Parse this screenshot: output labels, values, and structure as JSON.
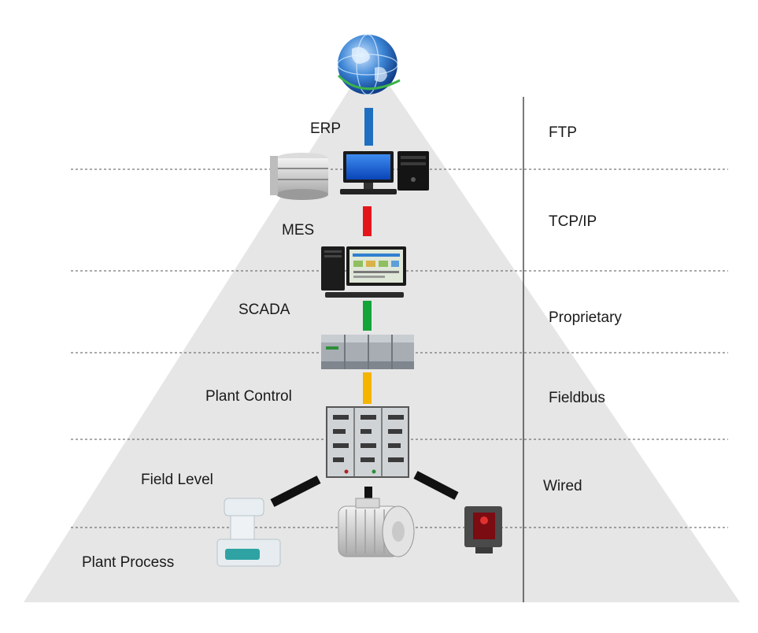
{
  "levels": [
    {
      "name": "ERP",
      "protocol": "FTP",
      "link_color": "#1f6fc0"
    },
    {
      "name": "MES",
      "protocol": "TCP/IP",
      "link_color": "#e3161c"
    },
    {
      "name": "SCADA",
      "protocol": "Proprietary",
      "link_color": "#14a43a"
    },
    {
      "name": "Plant Control",
      "protocol": "Fieldbus",
      "link_color": "#f5b400"
    },
    {
      "name": "Field Level",
      "protocol": "Wired",
      "link_color": "#111111"
    },
    {
      "name": "Plant Process",
      "protocol": "",
      "link_color": ""
    }
  ],
  "icons": {
    "top": "globe-icon",
    "erp": [
      "server-icon",
      "desktop-monitor-icon",
      "tower-pc-icon"
    ],
    "mes": "scada-workstation-icon",
    "scada": "plc-module-icon",
    "plant_control": "control-cabinet-icon",
    "field": [
      "valve-actuator-icon",
      "electric-motor-icon",
      "photoelectric-sensor-icon"
    ]
  },
  "colors": {
    "pyramid": "#e6e6e6",
    "divider": "#555555"
  }
}
